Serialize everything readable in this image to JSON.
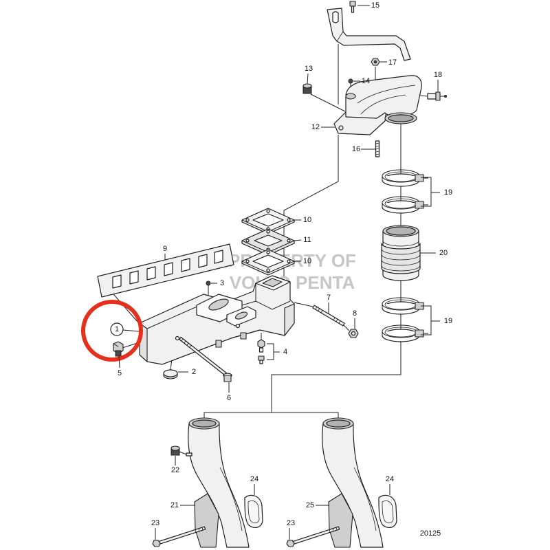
{
  "figure_number": "20125",
  "watermark": {
    "line1": "PROPERTY OF",
    "line2": "VOLVO PENTA"
  },
  "colors": {
    "highlight": "#e4311d",
    "line": "#1e1e1e",
    "part_fill": "#f1f1f1"
  },
  "callouts": {
    "c1": "1",
    "c2": "2",
    "c3": "3",
    "c4": "4",
    "c5": "5",
    "c6": "6",
    "c7": "7",
    "c8": "8",
    "c9": "9",
    "c10a": "10",
    "c10b": "10",
    "c11": "11",
    "c12": "12",
    "c13": "13",
    "c14": "14",
    "c15": "15",
    "c16": "16",
    "c17": "17",
    "c18": "18",
    "c19a": "19",
    "c19b": "19",
    "c20": "20",
    "c21": "21",
    "c22": "22",
    "c23a": "23",
    "c23b": "23",
    "c24a": "24",
    "c24b": "24",
    "c25": "25"
  }
}
